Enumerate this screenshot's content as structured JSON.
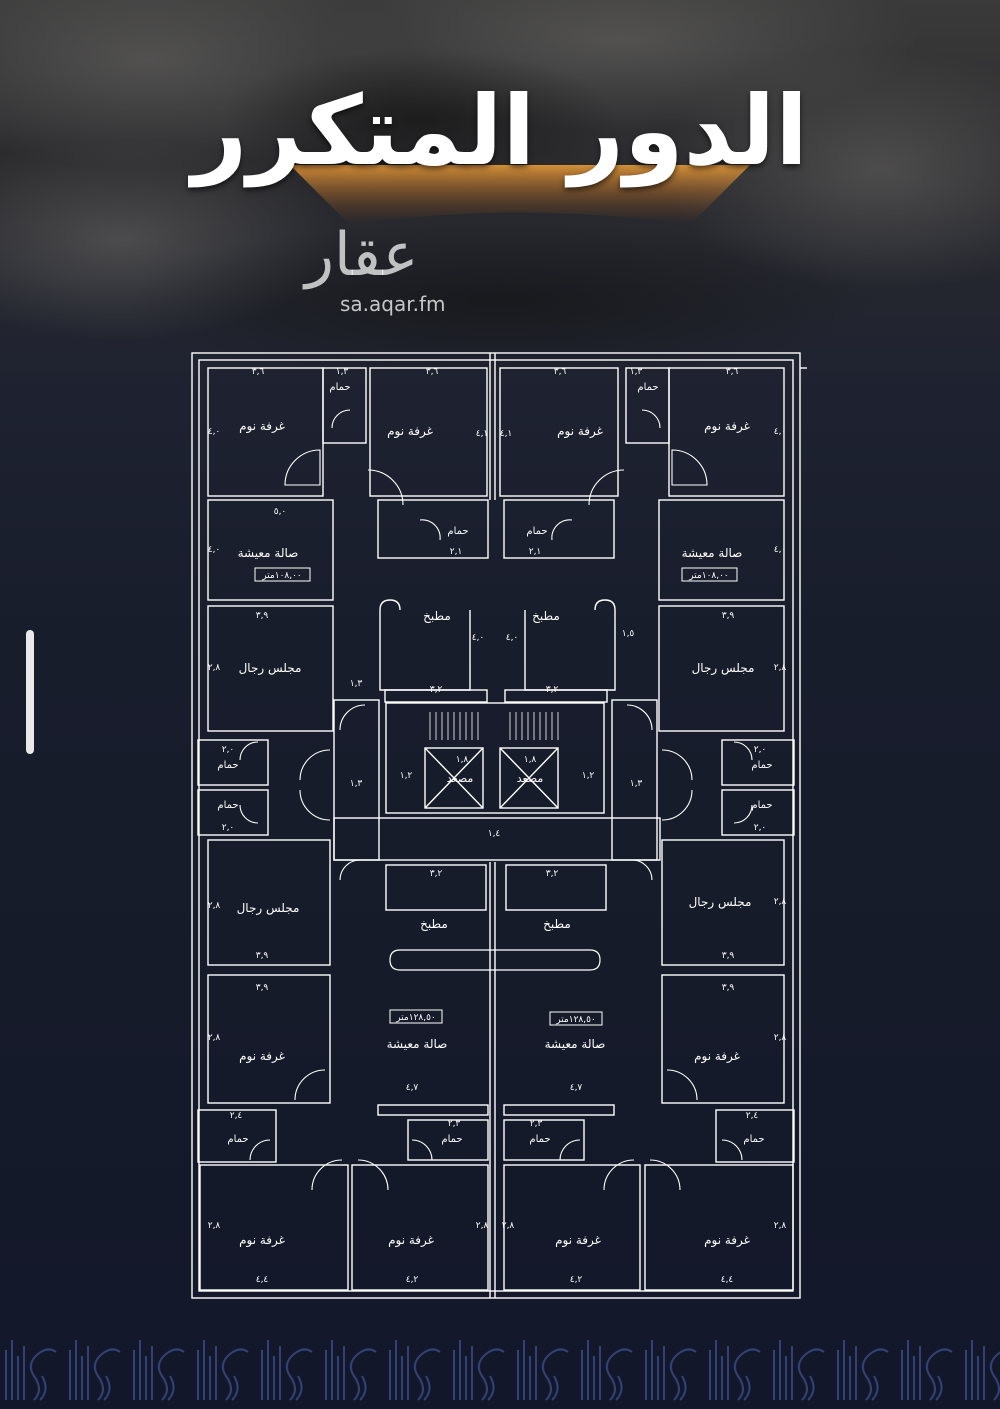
{
  "title": "الدور المتكرر",
  "watermark": {
    "logo": "عقار",
    "url": "sa.aqar.fm"
  },
  "colors": {
    "background": "#181d2c",
    "lines": "#ffffff",
    "glow": "#f2a13a"
  },
  "plan": {
    "bedroom": "غرفة نوم",
    "bathroom": "حمام",
    "living": "صالة معيشة",
    "kitchen": "مطبخ",
    "majlis": "مجلس رجال",
    "elevator": "مصعد",
    "area_top": "١٠٨,٠٠متر",
    "area_bottom": "١٢٨,٥٠متر",
    "dims": {
      "d36": "٣,٦",
      "d13": "١,٣",
      "d40": "٤,٠",
      "d41": "٤,١",
      "d50": "٥,٠",
      "d21": "٢,١",
      "d39": "٣,٩",
      "d28": "٢,٨",
      "d32": "٣,٢",
      "d20": "٢,٠",
      "d18": "١,٨",
      "d12": "١,٢",
      "d15": "١,٥",
      "d47": "٤,٧",
      "d23": "٢,٣",
      "d24": "٢,٤",
      "d44": "٤,٤",
      "d42": "٤,٢",
      "d14": "١,٤"
    }
  }
}
